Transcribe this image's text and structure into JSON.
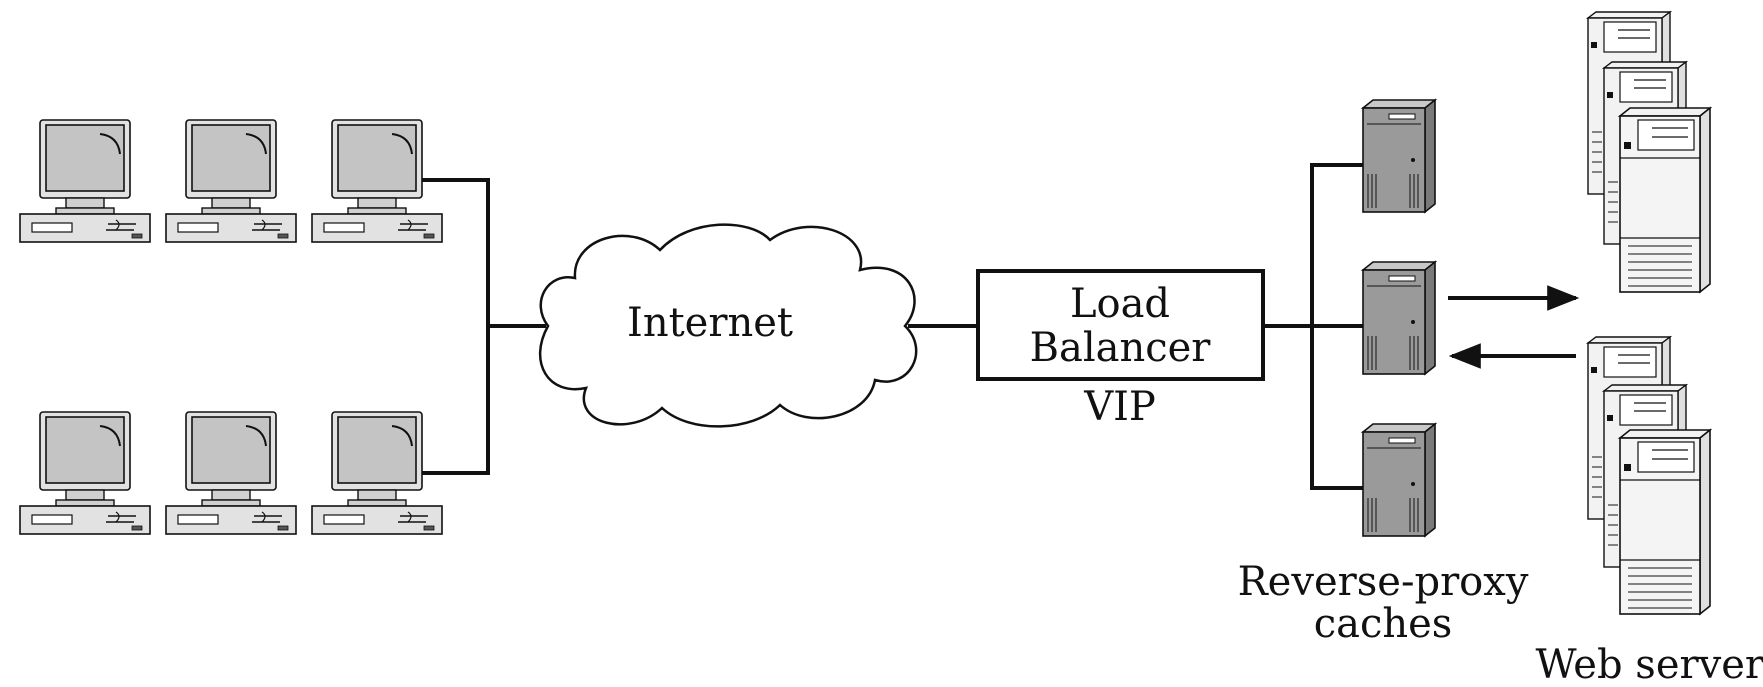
{
  "labels": {
    "internet": "Internet",
    "load_balancer_line1": "Load",
    "load_balancer_line2": "Balancer",
    "vip": "VIP",
    "reverse_proxy_line1": "Reverse-proxy",
    "reverse_proxy_line2": "caches",
    "web_servers": "Web servers"
  },
  "clients": {
    "count": 6,
    "rows": 2,
    "per_row": 3
  },
  "proxy_caches": {
    "count": 3
  },
  "web_server_groups": {
    "count": 2,
    "servers_per_group": 3
  },
  "icons": {
    "client": "desktop-computer-icon",
    "cloud": "cloud-icon",
    "proxy": "tower-server-icon",
    "web_server": "server-rack-icon"
  },
  "colors": {
    "line": "#111111",
    "screen": "#c4c4c4",
    "monitor_body": "#e2e2e2",
    "server_dark": "#9a9a9a",
    "server_light": "#ededed"
  }
}
